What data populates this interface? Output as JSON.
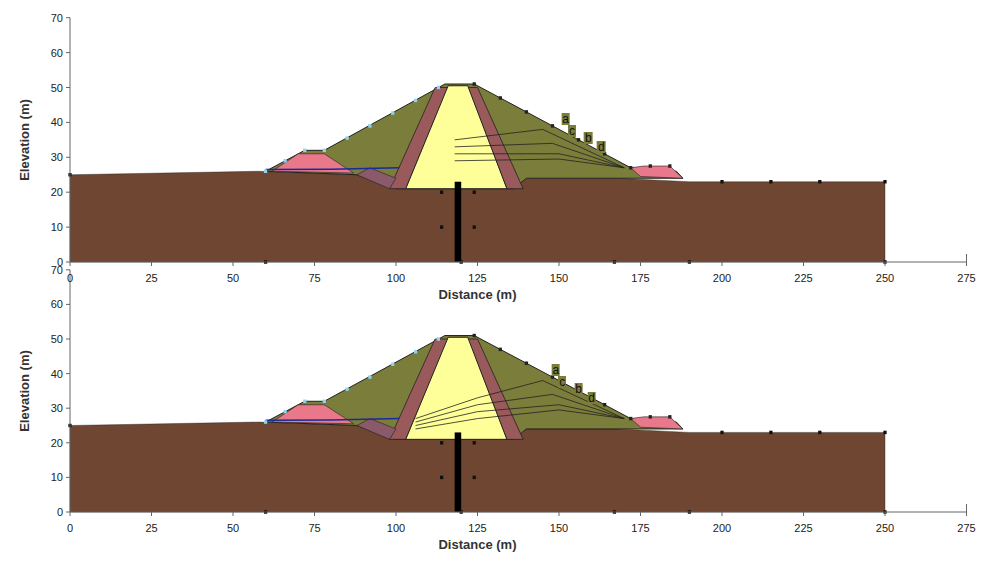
{
  "diagram": {
    "labels": [
      "70",
      "60",
      "50",
      "40",
      "30",
      "20",
      "10",
      "0",
      "Elevation (m)",
      "0",
      "25",
      "50",
      "75",
      "100",
      "125",
      "150",
      "175",
      "200",
      "225",
      "250",
      "275",
      "Distance (m)",
      "a",
      "c",
      "b",
      "d",
      "70",
      "60",
      "50",
      "40",
      "30",
      "20",
      "10",
      "0",
      "Elevation (m)",
      "0",
      "25",
      "50",
      "75",
      "100",
      "125",
      "150",
      "175",
      "200",
      "225",
      "250",
      "275",
      "Distance (m)",
      "a",
      "c",
      "b",
      "d"
    ]
  }
}
